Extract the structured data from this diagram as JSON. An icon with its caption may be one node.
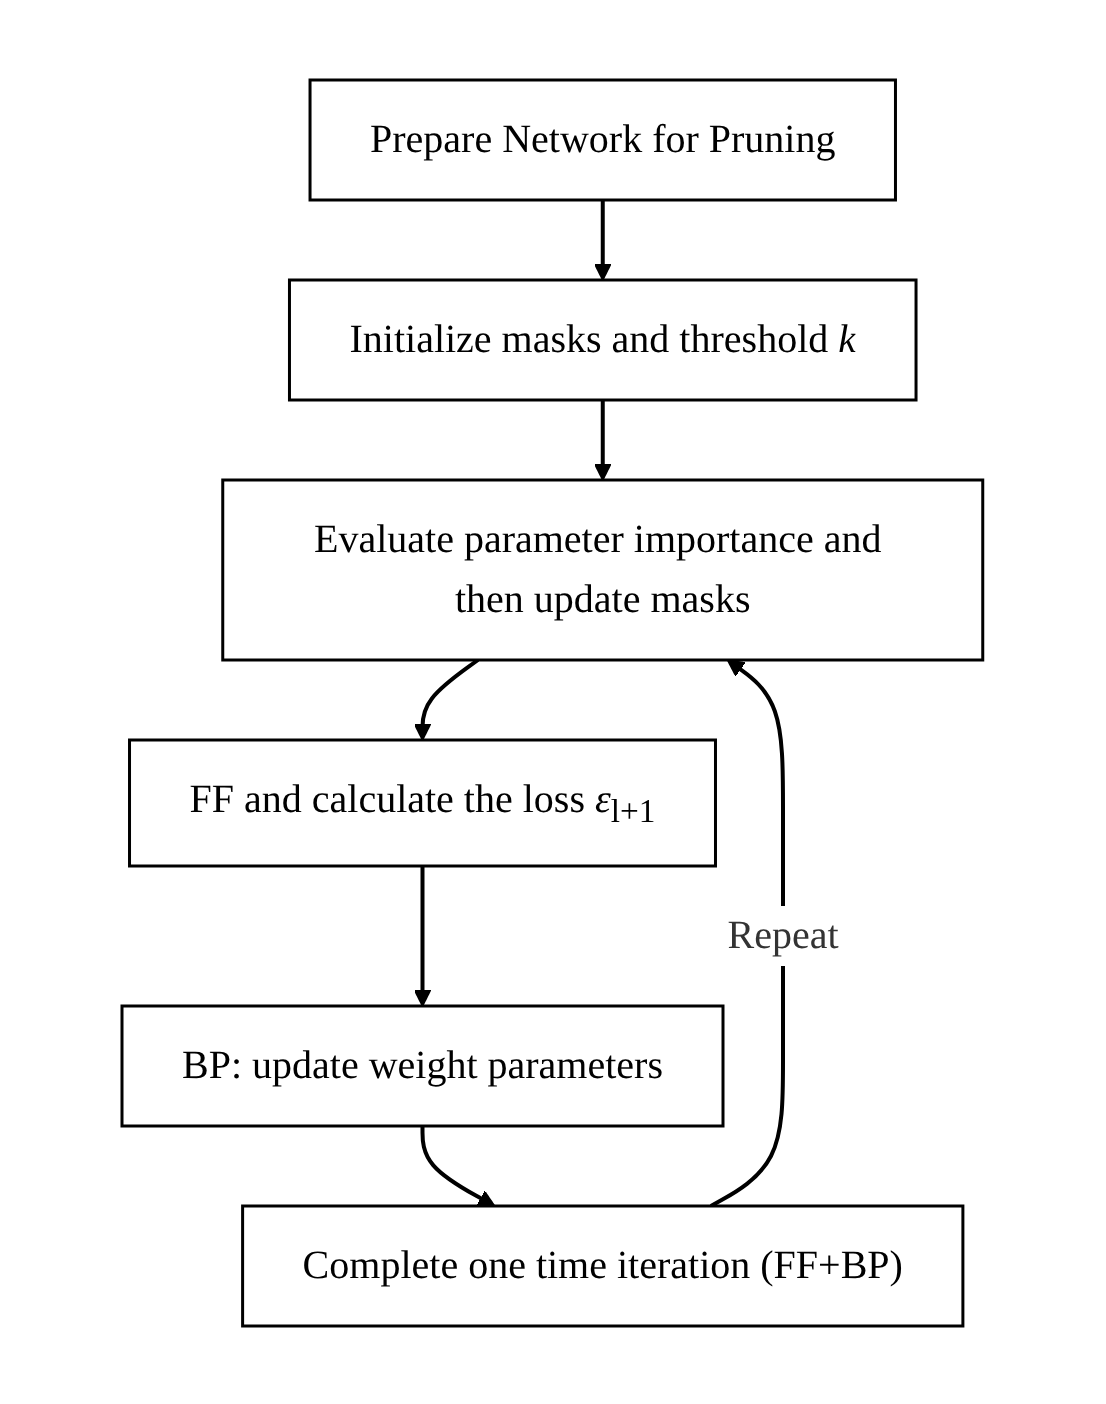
{
  "diagram": {
    "nodes": [
      {
        "text": [
          "Prepare Network for Pruning"
        ]
      },
      {
        "text": [
          "Initialize masks and threshold *k*"
        ]
      },
      {
        "text": [
          "Evaluate parameter importance and then update masks"
        ]
      },
      {
        "text": [
          "FF and calculate the loss *ε*$_{l+1}$"
        ]
      },
      {
        "text": [
          "BP: update weight parameters"
        ]
      },
      {
        "text": [
          "Complete one time iteration (FF+BP)"
        ]
      }
    ],
    "edges": [
      {
        "from": 0,
        "to": 1,
        "arrow": "to"
      },
      {
        "from": 1,
        "to": 2,
        "arrow": "to"
      },
      {
        "from": 2,
        "to": 3,
        "arrow": "to"
      },
      {
        "from": 3,
        "to": 4,
        "arrow": "to"
      },
      {
        "from": 4,
        "to": 5,
        "arrow": "to"
      },
      {
        "from": 5,
        "to": 2,
        "arrow": "to",
        "label": "Repeat"
      }
    ]
  }
}
